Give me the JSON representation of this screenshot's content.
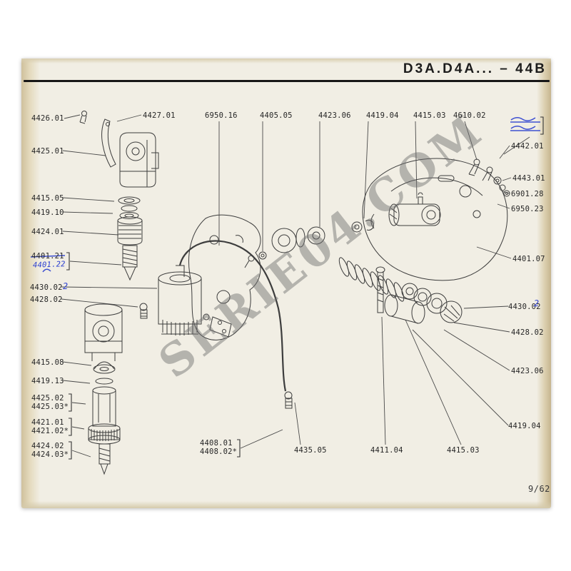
{
  "header": {
    "title": "D3A.D4A...  –  44B"
  },
  "page": {
    "number": "9/62",
    "watermark": "SERIE04.COM"
  },
  "colors": {
    "paper": "#f1eee4",
    "ink": "#262626",
    "blue_ink": "#2b3fd0"
  },
  "labels": {
    "top": [
      "6950.16",
      "4405.05",
      "4423.06",
      "4419.04",
      "4415.03",
      "4610.02"
    ],
    "left": [
      "4426.01",
      "4427.01",
      "4425.01",
      "4415.05",
      "4419.10",
      "4424.01",
      "4401.21",
      "4401.22",
      "4430.02",
      "4428.02",
      "4415.08",
      "4419.13",
      "4425.02",
      "4425.03*",
      "4421.01",
      "4421.02*",
      "4424.02",
      "4424.03*"
    ],
    "right": [
      "4442.01",
      "4443.01",
      "6901.28",
      "6950.23",
      "4401.07",
      "4430.02",
      "4428.02",
      "4423.06",
      "4419.04",
      "4415.03"
    ],
    "bottom": [
      "4408.01",
      "4408.02*",
      "4435.05",
      "4411.04"
    ]
  },
  "annotations": {
    "blue_mark": "2"
  }
}
